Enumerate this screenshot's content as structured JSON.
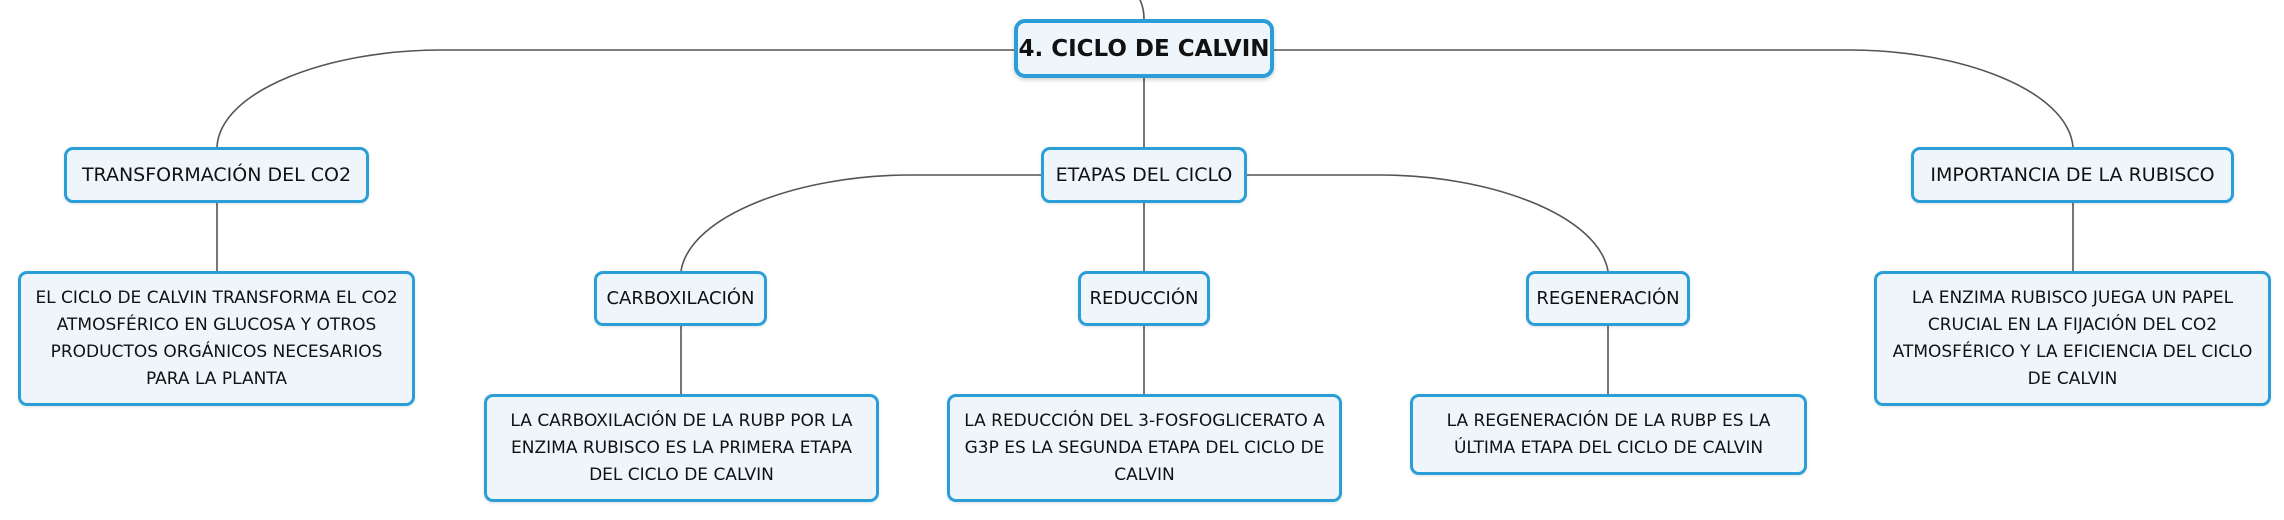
{
  "colors": {
    "node_border": "#2b9ed8",
    "node_fill": "#eef6fc",
    "connector": "#555555",
    "text": "#111111"
  },
  "root": {
    "label": "4. CICLO DE CALVIN"
  },
  "topics": {
    "transformacion": {
      "label": "TRANSFORMACIÓN DEL CO2",
      "description": "EL CICLO DE CALVIN TRANSFORMA EL CO2 ATMOSFÉRICO EN GLUCOSA Y OTROS PRODUCTOS ORGÁNICOS NECESARIOS PARA LA PLANTA"
    },
    "etapas": {
      "label": "ETAPAS DEL CICLO",
      "stages": {
        "carboxilacion": {
          "label": "CARBOXILACIÓN",
          "description": "LA CARBOXILACIÓN DE LA RUBP POR LA ENZIMA RUBISCO ES LA PRIMERA ETAPA DEL CICLO DE CALVIN"
        },
        "reduccion": {
          "label": "REDUCCIÓN",
          "description": "LA REDUCCIÓN DEL 3-FOSFOGLICERATO A G3P ES LA SEGUNDA ETAPA DEL CICLO DE CALVIN"
        },
        "regeneracion": {
          "label": "REGENERACIÓN",
          "description": "LA REGENERACIÓN DE LA RUBP ES LA ÚLTIMA ETAPA DEL CICLO DE CALVIN"
        }
      }
    },
    "importancia": {
      "label": "IMPORTANCIA DE LA RUBISCO",
      "description": "LA ENZIMA RUBISCO JUEGA UN PAPEL CRUCIAL EN LA FIJACIÓN DEL CO2 ATMOSFÉRICO Y LA EFICIENCIA DEL CICLO DE CALVIN"
    }
  }
}
